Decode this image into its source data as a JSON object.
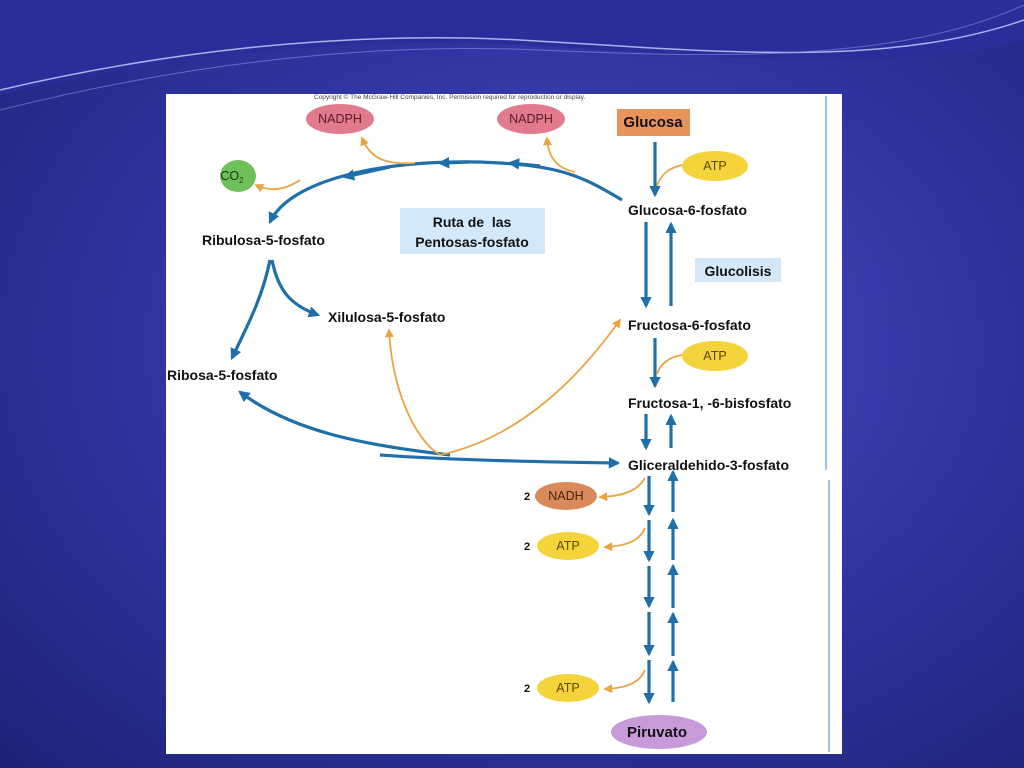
{
  "copyright": "Copyright © The McGraw-Hill Companies, Inc. Permission required for reproduction or display.",
  "metabolites": {
    "glucosa": "Glucosa",
    "glucosa6p": "Glucosa-6-fosfato",
    "fructosa6p": "Fructosa-6-fosfato",
    "fructosa16bp": "Fructosa-1, -6-bisfosfato",
    "gliceraldehido3p": "Gliceraldehido-3-fosfato",
    "piruvato": "Piruvato",
    "ribulosa5p": "Ribulosa-5-fosfato",
    "xilulosa5p": "Xilulosa-5-fosfato",
    "ribosa5p": "Ribosa-5-fosfato"
  },
  "cofactors": {
    "nadph_left": "NADPH",
    "nadph_right": "NADPH",
    "co2_main": "CO",
    "co2_sub": "2",
    "atp_1": "ATP",
    "atp_2": "ATP",
    "nadh": "NADH",
    "atp_3": "ATP",
    "atp_4": "ATP"
  },
  "stoichiometry": {
    "nadh": "2",
    "atp_3": "2",
    "atp_4": "2"
  },
  "pathways": {
    "ruta_line1": "Ruta de  las",
    "ruta_line2": "Pentosas-fosfato",
    "glucolisis": "Glucolisis"
  },
  "colors": {
    "arrow_blue": "#1f6fa8",
    "arrow_orange": "#e8a440",
    "nadph_pill": "#e07a8c",
    "atp_pill": "#f4d43a",
    "nadh_pill": "#d98a5a",
    "co2_pill": "#6fbf5a",
    "glucosa_box": "#e8935a",
    "piruvato_pill": "#c79ad9",
    "pathway_box": "#d3e8f8"
  }
}
